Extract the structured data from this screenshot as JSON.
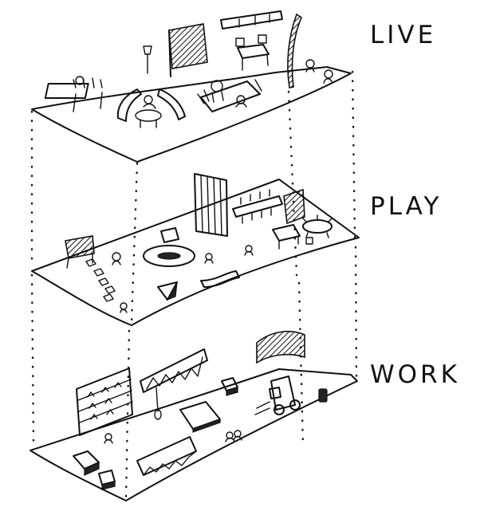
{
  "levels": [
    {
      "label": "LIVE"
    },
    {
      "label": "PLAY"
    },
    {
      "label": "WORK"
    }
  ]
}
